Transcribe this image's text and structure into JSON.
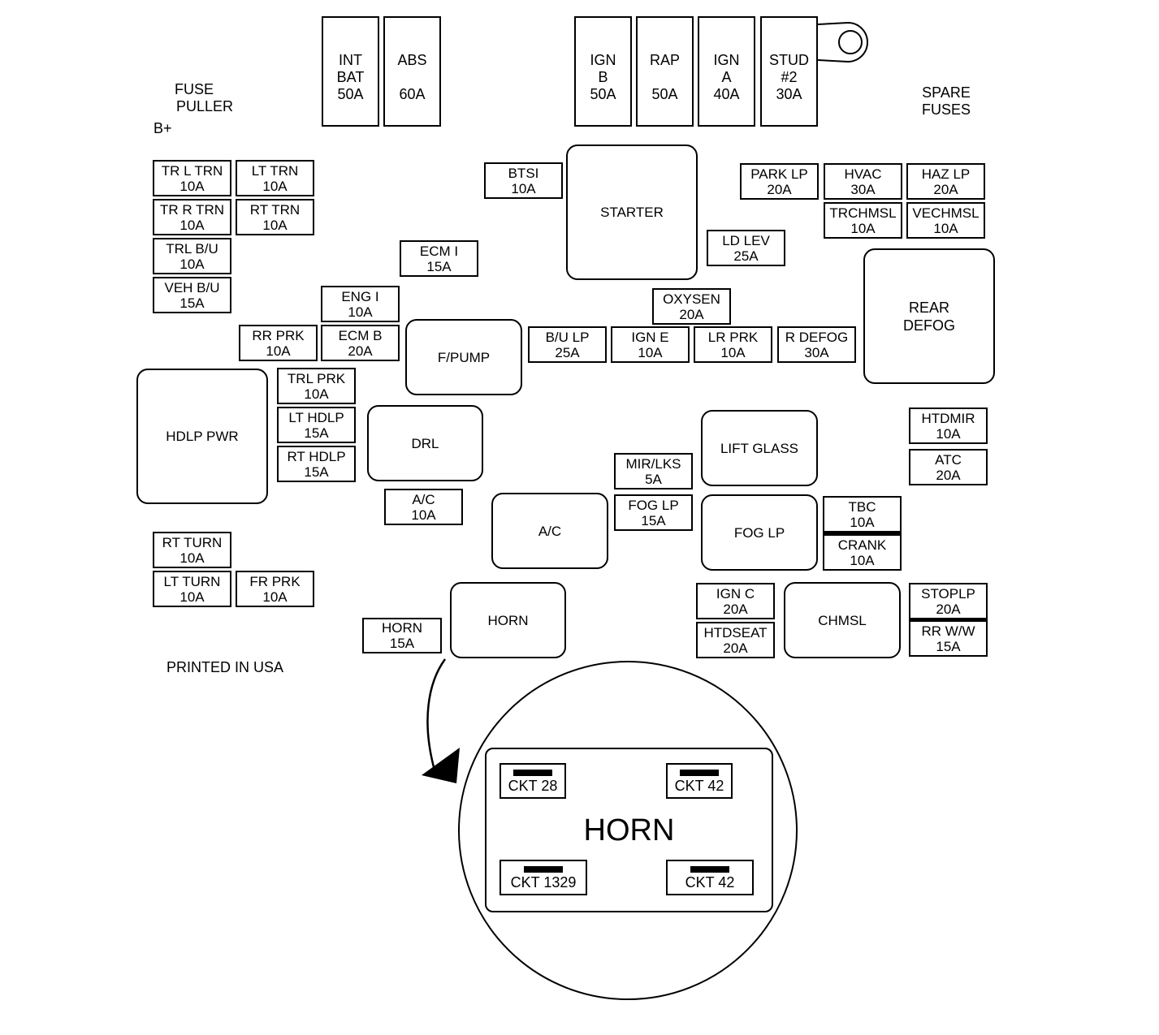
{
  "labels": {
    "fuse_puller": [
      "FUSE",
      "PULLER"
    ],
    "b_plus": "B+",
    "spare_fuses": [
      "SPARE",
      "FUSES"
    ],
    "printed_in_usa": "PRINTED IN USA"
  },
  "maxi_fuses": [
    {
      "lines": [
        "INT",
        "BAT",
        "50A"
      ]
    },
    {
      "lines": [
        "ABS",
        "",
        "60A"
      ]
    },
    {
      "lines": [
        "IGN",
        "B",
        "50A"
      ]
    },
    {
      "lines": [
        "RAP",
        "",
        "50A"
      ]
    },
    {
      "lines": [
        "IGN",
        "A",
        "40A"
      ]
    },
    {
      "lines": [
        "STUD",
        "#2",
        "30A"
      ]
    }
  ],
  "fuses": [
    {
      "name": "TR L TRN",
      "rating": "10A"
    },
    {
      "name": "LT TRN",
      "rating": "10A"
    },
    {
      "name": "TR R TRN",
      "rating": "10A"
    },
    {
      "name": "RT TRN",
      "rating": "10A"
    },
    {
      "name": "TRL B/U",
      "rating": "10A"
    },
    {
      "name": "VEH B/U",
      "rating": "15A"
    },
    {
      "name": "ECM I",
      "rating": "15A"
    },
    {
      "name": "ENG I",
      "rating": "10A"
    },
    {
      "name": "RR PRK",
      "rating": "10A"
    },
    {
      "name": "ECM B",
      "rating": "20A"
    },
    {
      "name": "BTSI",
      "rating": "10A"
    },
    {
      "name": "PARK LP",
      "rating": "20A"
    },
    {
      "name": "HVAC",
      "rating": "30A"
    },
    {
      "name": "HAZ LP",
      "rating": "20A"
    },
    {
      "name": "TRCHMSL",
      "rating": "10A"
    },
    {
      "name": "VECHMSL",
      "rating": "10A"
    },
    {
      "name": "LD LEV",
      "rating": "25A"
    },
    {
      "name": "OXYSEN",
      "rating": "20A"
    },
    {
      "name": "B/U LP",
      "rating": "25A"
    },
    {
      "name": "IGN E",
      "rating": "10A"
    },
    {
      "name": "LR PRK",
      "rating": "10A"
    },
    {
      "name": "R DEFOG",
      "rating": "30A"
    },
    {
      "name": "TRL PRK",
      "rating": "10A"
    },
    {
      "name": "LT HDLP",
      "rating": "15A"
    },
    {
      "name": "RT HDLP",
      "rating": "15A"
    },
    {
      "name": "A/C",
      "rating": "10A"
    },
    {
      "name": "MIR/LKS",
      "rating": "5A"
    },
    {
      "name": "FOG LP",
      "rating": "15A"
    },
    {
      "name": "HTDMIR",
      "rating": "10A"
    },
    {
      "name": "ATC",
      "rating": "20A"
    },
    {
      "name": "TBC",
      "rating": "10A"
    },
    {
      "name": "CRANK",
      "rating": "10A"
    },
    {
      "name": "RT TURN",
      "rating": "10A"
    },
    {
      "name": "LT TURN",
      "rating": "10A"
    },
    {
      "name": "FR PRK",
      "rating": "10A"
    },
    {
      "name": "HORN",
      "rating": "15A"
    },
    {
      "name": "IGN C",
      "rating": "20A"
    },
    {
      "name": "HTDSEAT",
      "rating": "20A"
    },
    {
      "name": "STOPLP",
      "rating": "20A"
    },
    {
      "name": "RR W/W",
      "rating": "15A"
    }
  ],
  "relays": [
    {
      "lines": [
        "STARTER"
      ]
    },
    {
      "lines": [
        "REAR",
        "DEFOG"
      ]
    },
    {
      "lines": [
        "F/PUMP"
      ]
    },
    {
      "lines": [
        "HDLP PWR"
      ]
    },
    {
      "lines": [
        "DRL"
      ]
    },
    {
      "lines": [
        "LIFT GLASS"
      ]
    },
    {
      "lines": [
        "A/C"
      ]
    },
    {
      "lines": [
        "FOG LP"
      ]
    },
    {
      "lines": [
        "HORN"
      ]
    },
    {
      "lines": [
        "CHMSL"
      ]
    }
  ],
  "horn_detail": {
    "title": "HORN",
    "terminals": [
      "CKT 28",
      "CKT 42",
      "CKT 1329",
      "CKT 42"
    ]
  }
}
